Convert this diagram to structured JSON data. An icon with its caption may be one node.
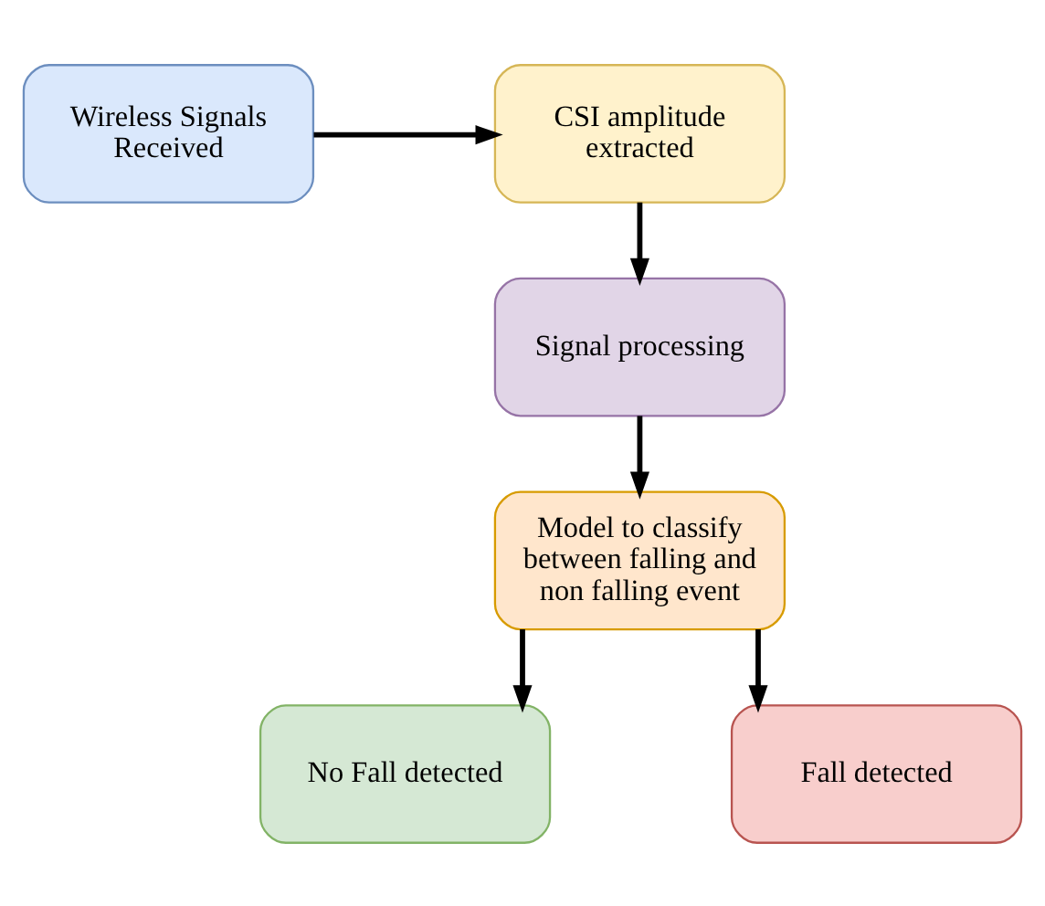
{
  "diagram": {
    "nodes": [
      {
        "text": [
          "Wireless Signals Received"
        ]
      },
      {
        "text": [
          "CSI amplitude extracted"
        ]
      },
      {
        "text": [
          "Signal processing"
        ]
      },
      {
        "text": [
          "Model to classify between falling and non falling event"
        ]
      },
      {
        "text": [
          "No Fall detected"
        ]
      },
      {
        "text": [
          "Fall detected"
        ]
      }
    ],
    "edges": [
      {
        "from": 0,
        "to": 1,
        "arrow": "to"
      },
      {
        "from": 1,
        "to": 2,
        "arrow": "to"
      },
      {
        "from": 2,
        "to": 3,
        "arrow": "to"
      },
      {
        "from": 3,
        "to": 4,
        "arrow": "to"
      },
      {
        "from": 3,
        "to": 5,
        "arrow": "to"
      }
    ]
  }
}
